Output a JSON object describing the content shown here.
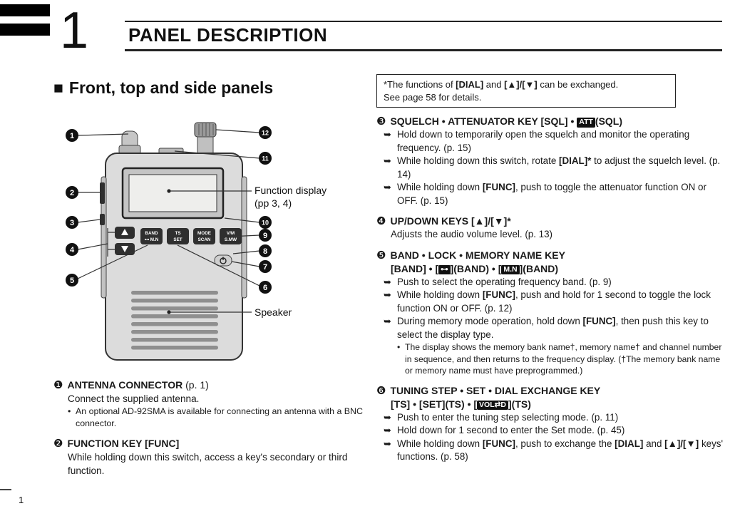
{
  "header": {
    "chapter": "1",
    "title": "PANEL DESCRIPTION"
  },
  "footer": {
    "page": "1"
  },
  "glyphs": {
    "arrow": "➥",
    "bullet": "•",
    "square": "■"
  },
  "left": {
    "section_title": "Front, top and side panels",
    "diagram": {
      "callout_numbers": [
        "1",
        "2",
        "3",
        "4",
        "5",
        "6",
        "7",
        "8",
        "9",
        "10",
        "11",
        "12"
      ],
      "function_display_line1": "Function display",
      "function_display_line2": "(pp 3, 4)",
      "speaker_label": "Speaker",
      "keys": [
        {
          "l1": "BAND",
          "l2": "⊶ M.N"
        },
        {
          "l1": "TS",
          "l2": "SET"
        },
        {
          "l1": "MODE",
          "l2": "SCAN"
        },
        {
          "l1": "V/M",
          "l2": "S.MW"
        }
      ]
    },
    "items": [
      {
        "num": "❶",
        "title": [
          {
            "t": "ANTENNA CONNECTOR",
            "s": "b"
          },
          {
            "t": " (p. 1)"
          }
        ],
        "body": [
          {
            "t": "Connect the supplied antenna."
          }
        ],
        "sub": [
          {
            "t": "An optional AD-92SMA is available for connecting an antenna with a BNC connector."
          }
        ]
      },
      {
        "num": "❷",
        "title": [
          {
            "t": "FUNCTION KEY [FUNC]",
            "s": "b"
          }
        ],
        "body": [
          {
            "t": "While holding down this switch, access a key's secondary or third function."
          }
        ]
      }
    ]
  },
  "right": {
    "note": {
      "line1": [
        {
          "t": "*The functions of "
        },
        {
          "t": "[DIAL]",
          "s": "b"
        },
        {
          "t": " and "
        },
        {
          "t": "[▲]/[▼]",
          "s": "b"
        },
        {
          "t": " can be exchanged."
        }
      ],
      "line2": "See page 58 for details."
    },
    "items": [
      {
        "num": "❸",
        "title": [
          {
            "t": "SQUELCH • ATTENUATOR KEY [SQL] • ",
            "s": "b"
          },
          {
            "t": "ATT",
            "s": "badge"
          },
          {
            "t": "(SQL)",
            "s": "b"
          }
        ],
        "bullets": [
          {
            "segs": [
              {
                "t": "Hold down to temporarily open the squelch and monitor the operating frequency. (p. 15)"
              }
            ]
          },
          {
            "segs": [
              {
                "t": "While holding down this switch, rotate "
              },
              {
                "t": "[DIAL]*",
                "s": "b"
              },
              {
                "t": " to adjust the squelch level. (p. 14)"
              }
            ]
          },
          {
            "segs": [
              {
                "t": "While holding down "
              },
              {
                "t": "[FUNC]",
                "s": "b"
              },
              {
                "t": ", push to toggle the attenuator function ON or OFF. (p. 15)"
              }
            ]
          }
        ]
      },
      {
        "num": "❹",
        "title": [
          {
            "t": "UP/DOWN KEYS [▲]/[▼]*",
            "s": "b"
          }
        ],
        "body": [
          {
            "t": "Adjusts the audio volume level. (p. 13)"
          }
        ]
      },
      {
        "num": "❺",
        "title": [
          {
            "t": "BAND • LOCK • MEMORY NAME KEY",
            "s": "b"
          }
        ],
        "title2": [
          {
            "t": "[BAND]",
            "s": "b"
          },
          {
            "t": " • [",
            "s": "b"
          },
          {
            "t": "⊶",
            "s": "badge"
          },
          {
            "t": "](BAND) • [",
            "s": "b"
          },
          {
            "t": "M.N",
            "s": "badge"
          },
          {
            "t": "](BAND)",
            "s": "b"
          }
        ],
        "bullets": [
          {
            "segs": [
              {
                "t": "Push to select the operating frequency band. (p. 9)"
              }
            ]
          },
          {
            "segs": [
              {
                "t": "While holding down "
              },
              {
                "t": "[FUNC]",
                "s": "b"
              },
              {
                "t": ", push and hold for 1 second to toggle the lock function ON or OFF. (p. 12)"
              }
            ]
          },
          {
            "segs": [
              {
                "t": "During memory mode operation, hold down "
              },
              {
                "t": "[FUNC]",
                "s": "b"
              },
              {
                "t": ", then push this key to select the display type."
              }
            ]
          }
        ],
        "subnote": [
          {
            "t": "The display shows the memory bank name†, memory name† and channel number in sequence, and then returns to the frequency display. (†The memory bank name or memory name must have preprogrammed.)"
          }
        ]
      },
      {
        "num": "❻",
        "title": [
          {
            "t": "TUNING STEP • SET • DIAL EXCHANGE KEY",
            "s": "b"
          }
        ],
        "title2": [
          {
            "t": "[TS]",
            "s": "b"
          },
          {
            "t": " • ",
            "s": "b"
          },
          {
            "t": "[SET]",
            "s": "b"
          },
          {
            "t": "(TS) • [",
            "s": "b"
          },
          {
            "t": "VOL⇄D",
            "s": "badge"
          },
          {
            "t": "](TS)",
            "s": "b"
          }
        ],
        "bullets": [
          {
            "segs": [
              {
                "t": "Push to enter the tuning step selecting mode. (p. 11)"
              }
            ]
          },
          {
            "segs": [
              {
                "t": "Hold down for 1 second to enter the Set mode. (p. 45)"
              }
            ]
          },
          {
            "segs": [
              {
                "t": "While holding down "
              },
              {
                "t": "[FUNC]",
                "s": "b"
              },
              {
                "t": ", push to exchange the "
              },
              {
                "t": "[DIAL]",
                "s": "b"
              },
              {
                "t": " and "
              },
              {
                "t": "[▲]/[▼]",
                "s": "b"
              },
              {
                "t": " keys' functions. (p. 58)"
              }
            ]
          }
        ]
      }
    ]
  }
}
